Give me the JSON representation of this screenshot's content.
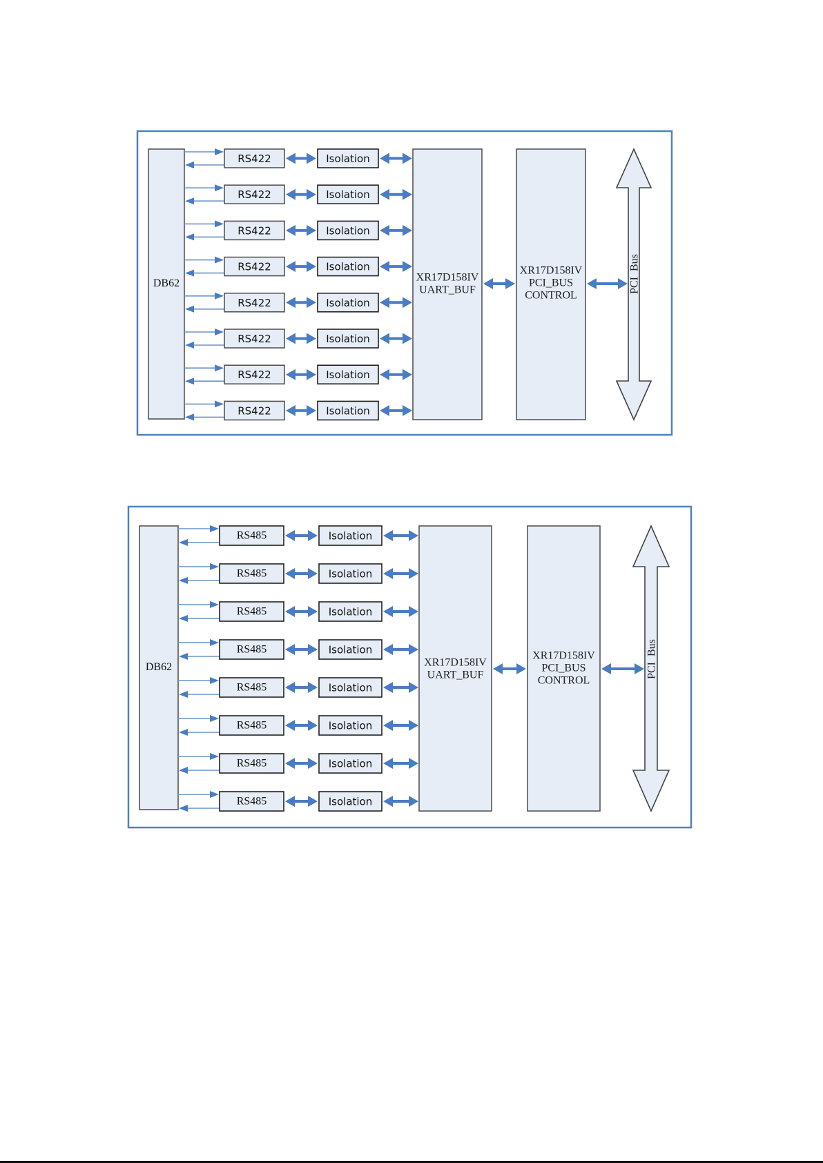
{
  "diagrams": [
    {
      "id": "rs422",
      "connector_label": "DB62",
      "channel_count": 8,
      "transceiver_label": "RS422",
      "isolation_label": "Isolation",
      "uart_label_lines": [
        "XR17D158IV",
        "UART_BUF"
      ],
      "pci_control_label_lines": [
        "XR17D158IV",
        "PCI_BUS",
        "CONTROL"
      ],
      "bus_label": "PCI  Bus"
    },
    {
      "id": "rs485",
      "connector_label": "DB62",
      "channel_count": 8,
      "transceiver_label": "RS485",
      "isolation_label": "Isolation",
      "uart_label_lines": [
        "XR17D158IV",
        "UART_BUF"
      ],
      "pci_control_label_lines": [
        "XR17D158IV",
        "PCI_BUS",
        "CONTROL"
      ],
      "bus_label": "PCI  Bus"
    }
  ],
  "colors": {
    "frame": "#4f81bd",
    "block_fill": "#e6edf7",
    "arrow": "#4a7cc4"
  }
}
